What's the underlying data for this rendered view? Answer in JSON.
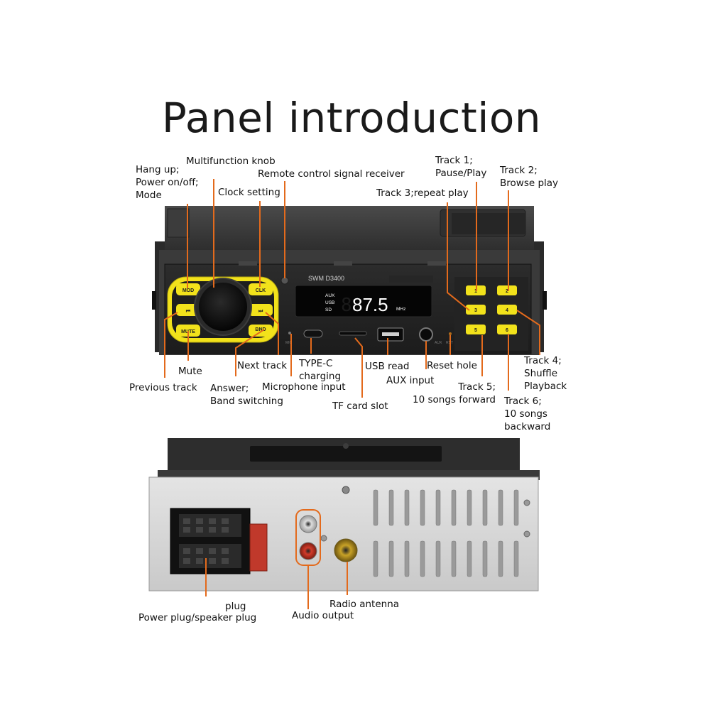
{
  "title": "Panel introduction",
  "front_panel": {
    "model": "SWM  D3400",
    "display": {
      "sources": [
        "AUX",
        "USB",
        "SD"
      ],
      "frequency": "87.5",
      "unit": "MHz"
    },
    "buttons": {
      "mod": "MOD",
      "clk": "CLK",
      "prev": "⏮",
      "next": "⏭",
      "mute": "MUTE",
      "bnd": "BND",
      "num1": "1",
      "num2": "2",
      "num3": "3",
      "num4": "4",
      "num5": "5",
      "num6": "6"
    },
    "port_marks": {
      "mic": "MIC",
      "aux": "AUX",
      "rst": "RST"
    }
  },
  "labels": {
    "hang_up": [
      "Hang up;",
      "Power on/off;",
      "Mode"
    ],
    "multifunction_knob": "Multifunction knob",
    "remote_receiver": "Remote control signal receiver",
    "clock_setting": "Clock setting",
    "track1": [
      "Track 1;",
      "Pause/Play"
    ],
    "track2": [
      "Track 2;",
      "Browse play"
    ],
    "track3": "Track 3;repeat play",
    "track4": [
      "Track 4;",
      "Shuffle",
      "Playback"
    ],
    "track5": [
      "Track 5;",
      "10 songs forward"
    ],
    "track6": [
      "Track 6;",
      "10 songs",
      "backward"
    ],
    "mute": "Mute",
    "previous_track": "Previous track",
    "next_track": "Next track",
    "answer": [
      "Answer;",
      "Band switching"
    ],
    "typec": [
      "TYPE-C",
      "charging"
    ],
    "microphone": "Microphone input",
    "usb_read": "USB read",
    "aux_input": "AUX input",
    "reset_hole": "Reset hole",
    "tf_card": "TF card slot",
    "plug": "plug",
    "power_plug": "Power plug/speaker plug",
    "audio_output": "Audio output",
    "radio_antenna": "Radio antenna"
  },
  "colors": {
    "accent_line": "#e36a1c",
    "button_yellow": "#f2e21b",
    "body_dark": "#2b2b2b",
    "display_bg": "#050505"
  }
}
